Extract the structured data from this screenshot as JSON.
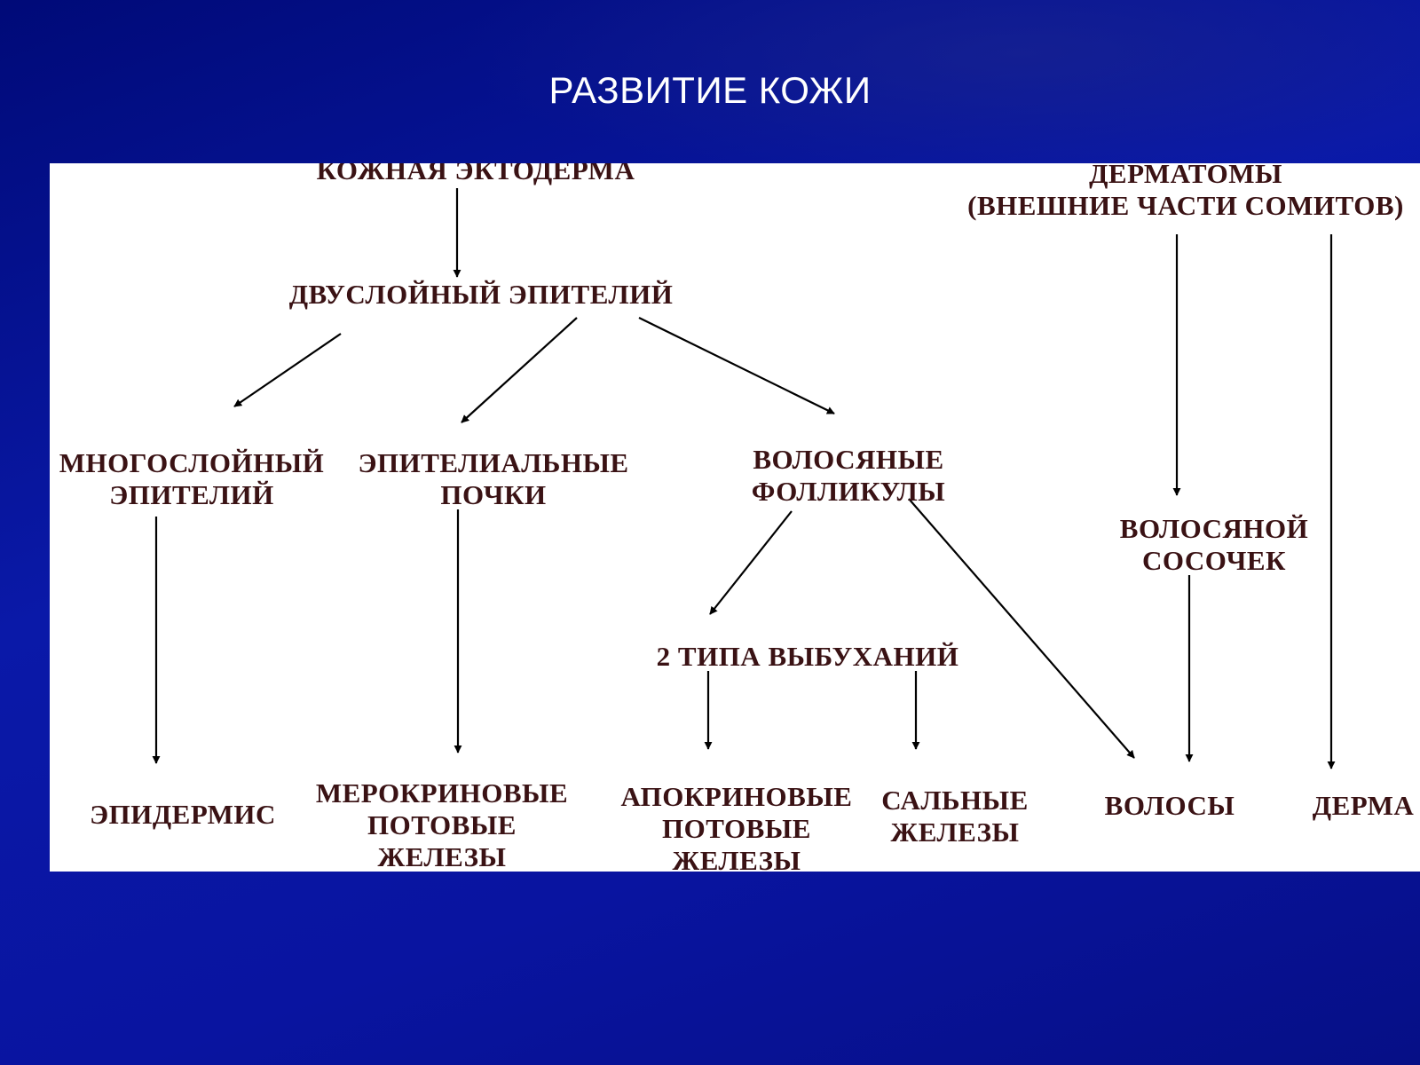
{
  "slide": {
    "title": "РАЗВИТИЕ КОЖИ"
  },
  "diagram": {
    "nodes": {
      "skin_ectoderm": [
        "КОЖНАЯ  ЭКТОДЕРМА"
      ],
      "two_layer_epithelium": [
        "ДВУСЛОЙНЫЙ  ЭПИТЕЛИЙ"
      ],
      "stratified_epithelium": [
        "МНОГОСЛОЙНЫЙ",
        "ЭПИТЕЛИЙ"
      ],
      "epithelial_buds": [
        "ЭПИТЕЛИАЛЬНЫЕ",
        "ПОЧКИ"
      ],
      "hair_follicles": [
        "ВОЛОСЯНЫЕ",
        "ФОЛЛИКУЛЫ"
      ],
      "two_types_outgrowths": [
        "2  ТИПА  ВЫБУХАНИЙ"
      ],
      "dermatomes": [
        "ДЕРМАТОМЫ",
        "(ВНЕШНИЕ ЧАСТИ СОМИТОВ)"
      ],
      "hair_papilla": [
        "ВОЛОСЯНОЙ",
        "СОСОЧЕК"
      ],
      "epidermis": [
        "ЭПИДЕРМИС"
      ],
      "merocrine_glands": [
        "МЕРОКРИНОВЫЕ",
        "ПОТОВЫЕ",
        "ЖЕЛЕЗЫ"
      ],
      "apocrine_glands": [
        "АПОКРИНОВЫЕ",
        "ПОТОВЫЕ",
        "ЖЕЛЕЗЫ"
      ],
      "sebaceous_glands": [
        "САЛЬНЫЕ",
        "ЖЕЛЕЗЫ"
      ],
      "hair": [
        "ВОЛОСЫ"
      ],
      "derma": [
        "ДЕРМА"
      ]
    },
    "edges": [
      [
        "skin_ectoderm",
        "two_layer_epithelium"
      ],
      [
        "two_layer_epithelium",
        "stratified_epithelium"
      ],
      [
        "two_layer_epithelium",
        "epithelial_buds"
      ],
      [
        "two_layer_epithelium",
        "hair_follicles"
      ],
      [
        "stratified_epithelium",
        "epidermis"
      ],
      [
        "epithelial_buds",
        "merocrine_glands"
      ],
      [
        "hair_follicles",
        "two_types_outgrowths"
      ],
      [
        "hair_follicles",
        "hair"
      ],
      [
        "two_types_outgrowths",
        "apocrine_glands"
      ],
      [
        "two_types_outgrowths",
        "sebaceous_glands"
      ],
      [
        "dermatomes",
        "hair_papilla"
      ],
      [
        "dermatomes",
        "derma"
      ],
      [
        "hair_papilla",
        "hair"
      ]
    ],
    "line_color": "#000000",
    "text_color": "#3a1214"
  }
}
